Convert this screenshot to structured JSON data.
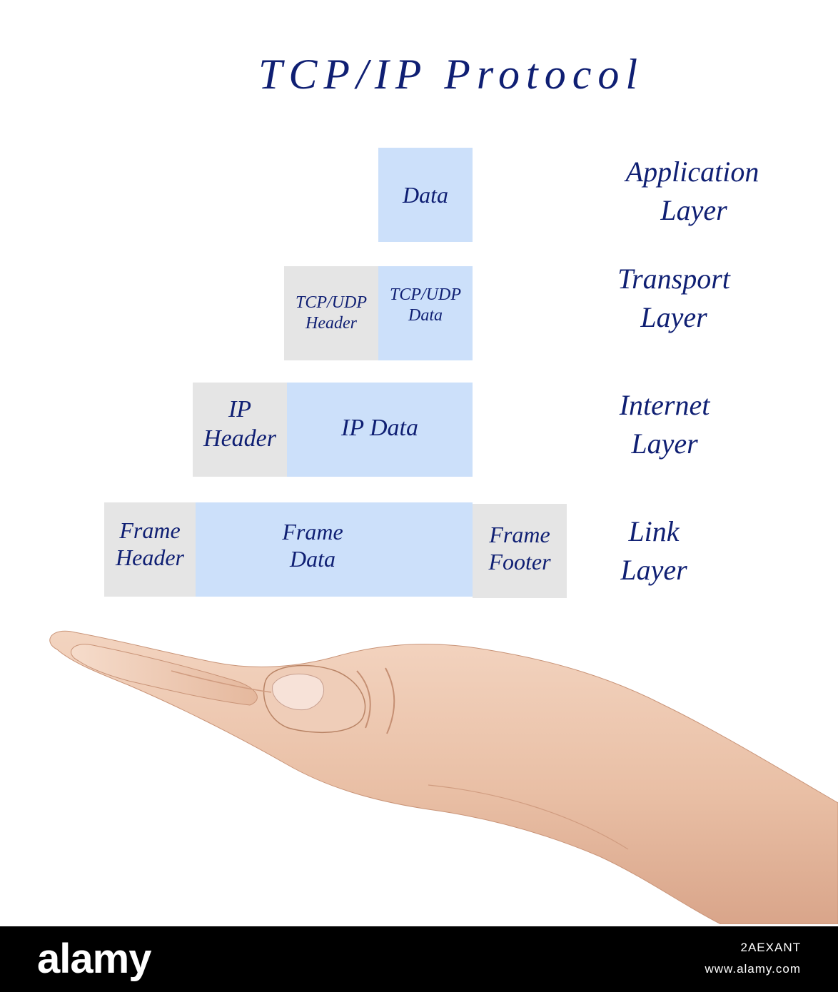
{
  "title": "TCP/IP Protocol",
  "layers": {
    "application": {
      "line1": "Application",
      "line2": "Layer"
    },
    "transport": {
      "line1": "Transport",
      "line2": "Layer"
    },
    "internet": {
      "line1": "Internet",
      "line2": "Layer"
    },
    "link": {
      "line1": "Link",
      "line2": "Layer"
    }
  },
  "blocks": {
    "application_data": "Data",
    "tcp_udp_header": {
      "line1": "TCP/UDP",
      "line2": "Header"
    },
    "tcp_udp_data": {
      "line1": "TCP/UDP",
      "line2": "Data"
    },
    "ip_header": {
      "line1": "IP",
      "line2": "Header"
    },
    "ip_data": "IP Data",
    "frame_header": {
      "line1": "Frame",
      "line2": "Header"
    },
    "frame_data": {
      "line1": "Frame",
      "line2": "Data"
    },
    "frame_footer": {
      "line1": "Frame",
      "line2": "Footer"
    }
  },
  "colors": {
    "text": "#0f1f73",
    "data_block": "#cce0fa",
    "header_block": "#e5e5e5"
  },
  "footer": {
    "brand": "alamy",
    "image_code": "2AEXANT",
    "url": "www.alamy.com"
  }
}
